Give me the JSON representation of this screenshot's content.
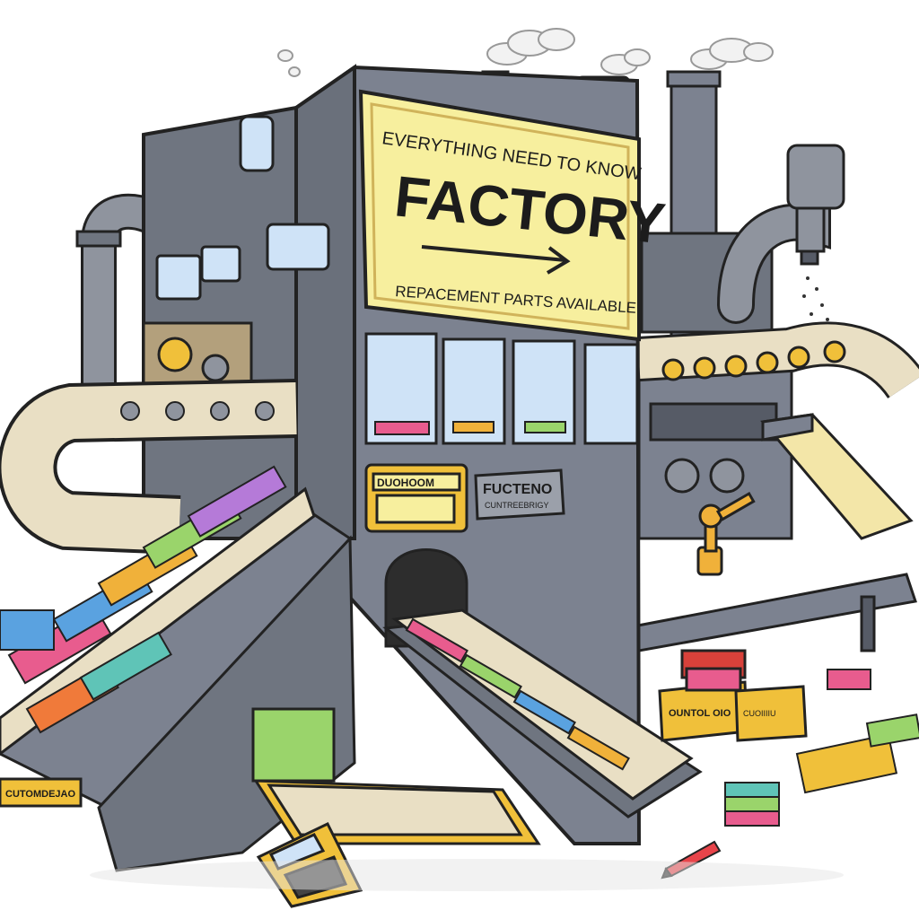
{
  "sign": {
    "line1": "EVERYTHING  NEED TO KNOW",
    "title": "FACTORY",
    "line3": "REPACEMENT PARTS AVAILABLE"
  },
  "panels": {
    "small_plate": "FUCTENO",
    "small_plate_sub": "CUNTREEBRIGY",
    "left_box": "DUOHOOM",
    "crate_left": "OUNTOL OIO",
    "crate_right": "CUOIIIIU",
    "bottom_left_box": "CUTOMDEJAO"
  },
  "colors": {
    "machine_gray": "#7c8290",
    "machine_dark": "#565b66",
    "sign_yellow": "#f7ef9e",
    "outline": "#222222",
    "belt": "#e9dfc4",
    "pipe": "#8f949e"
  },
  "icons": [
    "smoke",
    "gear",
    "book",
    "calculator",
    "pencil",
    "crate",
    "robot-arm",
    "window"
  ]
}
